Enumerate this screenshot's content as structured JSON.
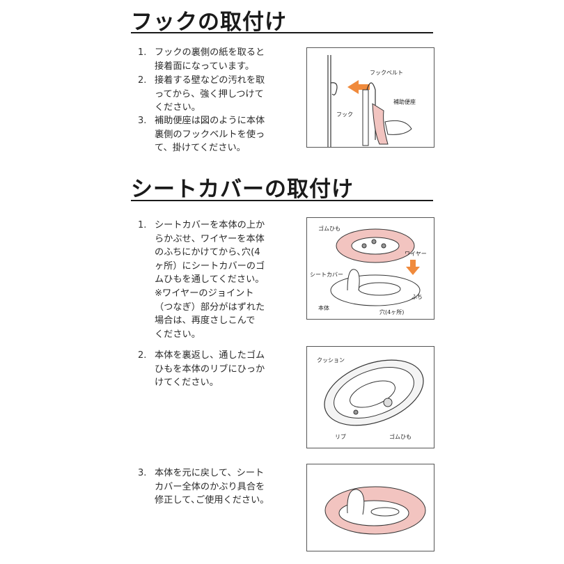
{
  "section1": {
    "title": "フックの取付け",
    "steps": [
      {
        "num": "1.",
        "text": "フックの裏側の紙を取ると\n接着面になっています。"
      },
      {
        "num": "2.",
        "text": "接着する壁などの汚れを取\nってから、強く押しつけて\nください。"
      },
      {
        "num": "3.",
        "text": "補助便座は図のように本体\n裏側のフックベルトを使っ\nて、掛けてください。"
      }
    ],
    "figure": {
      "hook_belt": "フックベルト",
      "seat": "補助便座",
      "hook": "フック"
    }
  },
  "section2": {
    "title": "シートカバーの取付け",
    "steps": [
      {
        "num": "1.",
        "text": "シートカバーを本体の上か\nらかぶせ、ワイヤーを本体\nのふちにかけてから､穴(4\nヶ所）にシートカバーのゴ\nムひもを通してください。",
        "note": "※ワイヤーのジョイント\n（つなぎ）部分がはずれた\n場合は、再度さしこんで\nください。"
      },
      {
        "num": "2.",
        "text": "本体を裏返し、通したゴム\nひもを本体のリブにひっか\nけてください。"
      },
      {
        "num": "3.",
        "text": "本体を元に戻して、シート\nカバー全体のかぶり具合を\n修正して､ご使用ください。"
      }
    ],
    "figure1": {
      "rubber": "ゴムひも",
      "wire": "ワイヤー",
      "cover": "シートカバー",
      "edge": "ふち",
      "body": "本体",
      "holes": "穴(4ヶ所)"
    },
    "figure2": {
      "cushion": "クッション",
      "rib": "リブ",
      "rubber": "ゴムひも"
    }
  },
  "colors": {
    "accent_orange": "#f08a3c",
    "cover_pink": "#f2c4c0"
  }
}
